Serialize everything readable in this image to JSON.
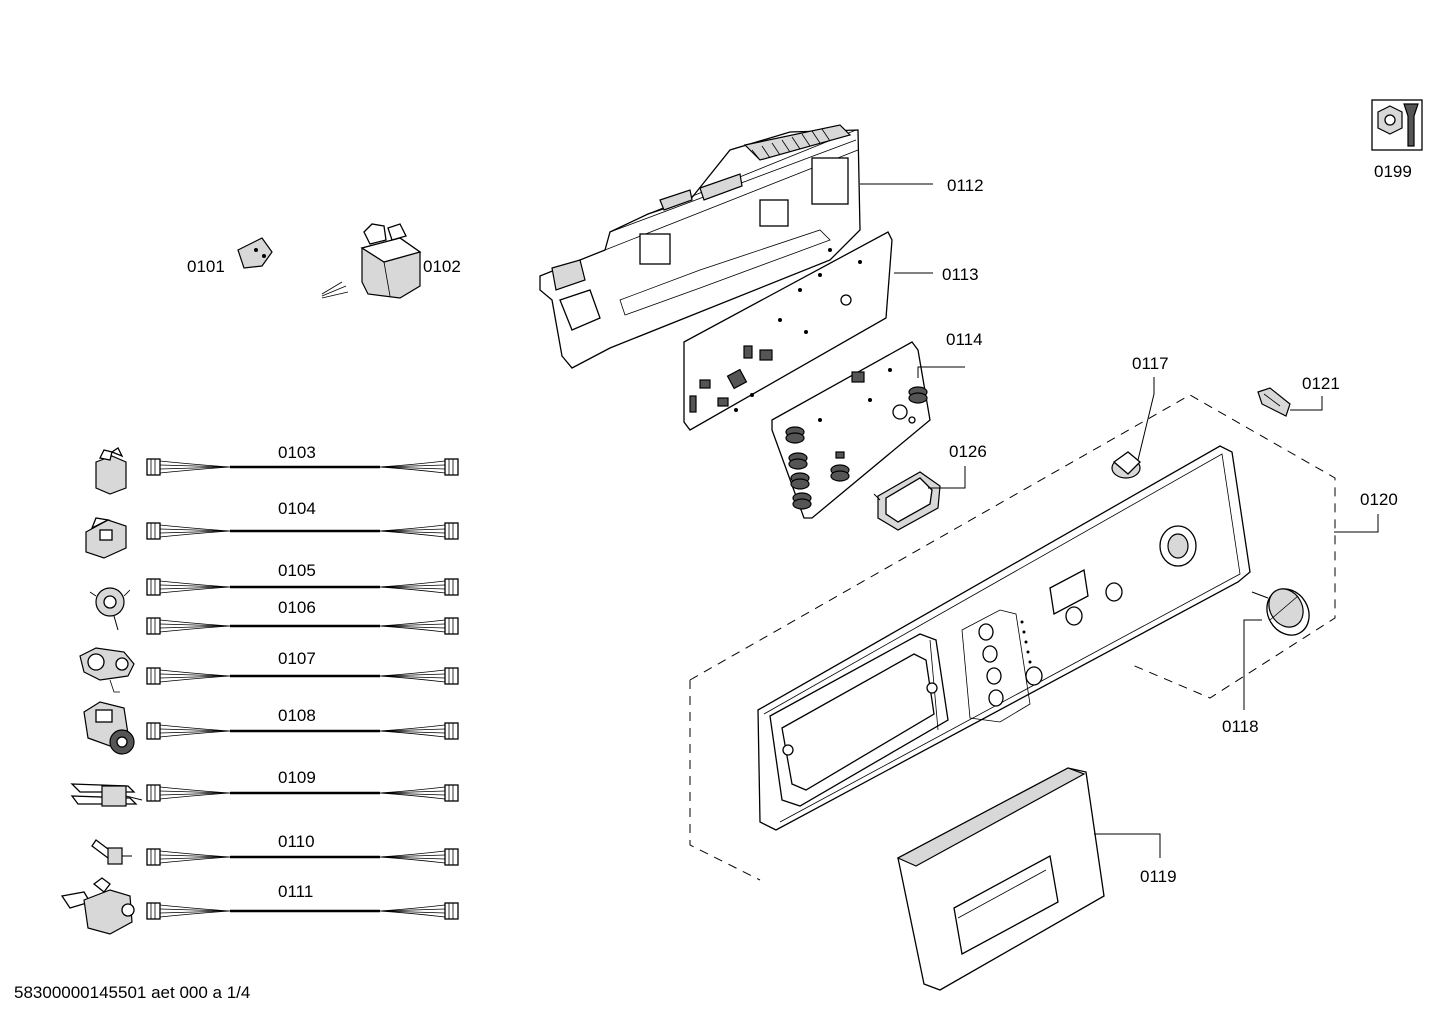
{
  "labels": {
    "p0101": "0101",
    "p0102": "0102",
    "p0103": "0103",
    "p0104": "0104",
    "p0105": "0105",
    "p0106": "0106",
    "p0107": "0107",
    "p0108": "0108",
    "p0109": "0109",
    "p0110": "0110",
    "p0111": "0111",
    "p0112": "0112",
    "p0113": "0113",
    "p0114": "0114",
    "p0117": "0117",
    "p0118": "0118",
    "p0119": "0119",
    "p0120": "0120",
    "p0121": "0121",
    "p0126": "0126",
    "p0199": "0199"
  },
  "icons": {
    "service": "wrench-nut-icon"
  },
  "footer": {
    "code": "58300000145501 aet 000 a 1/4"
  }
}
